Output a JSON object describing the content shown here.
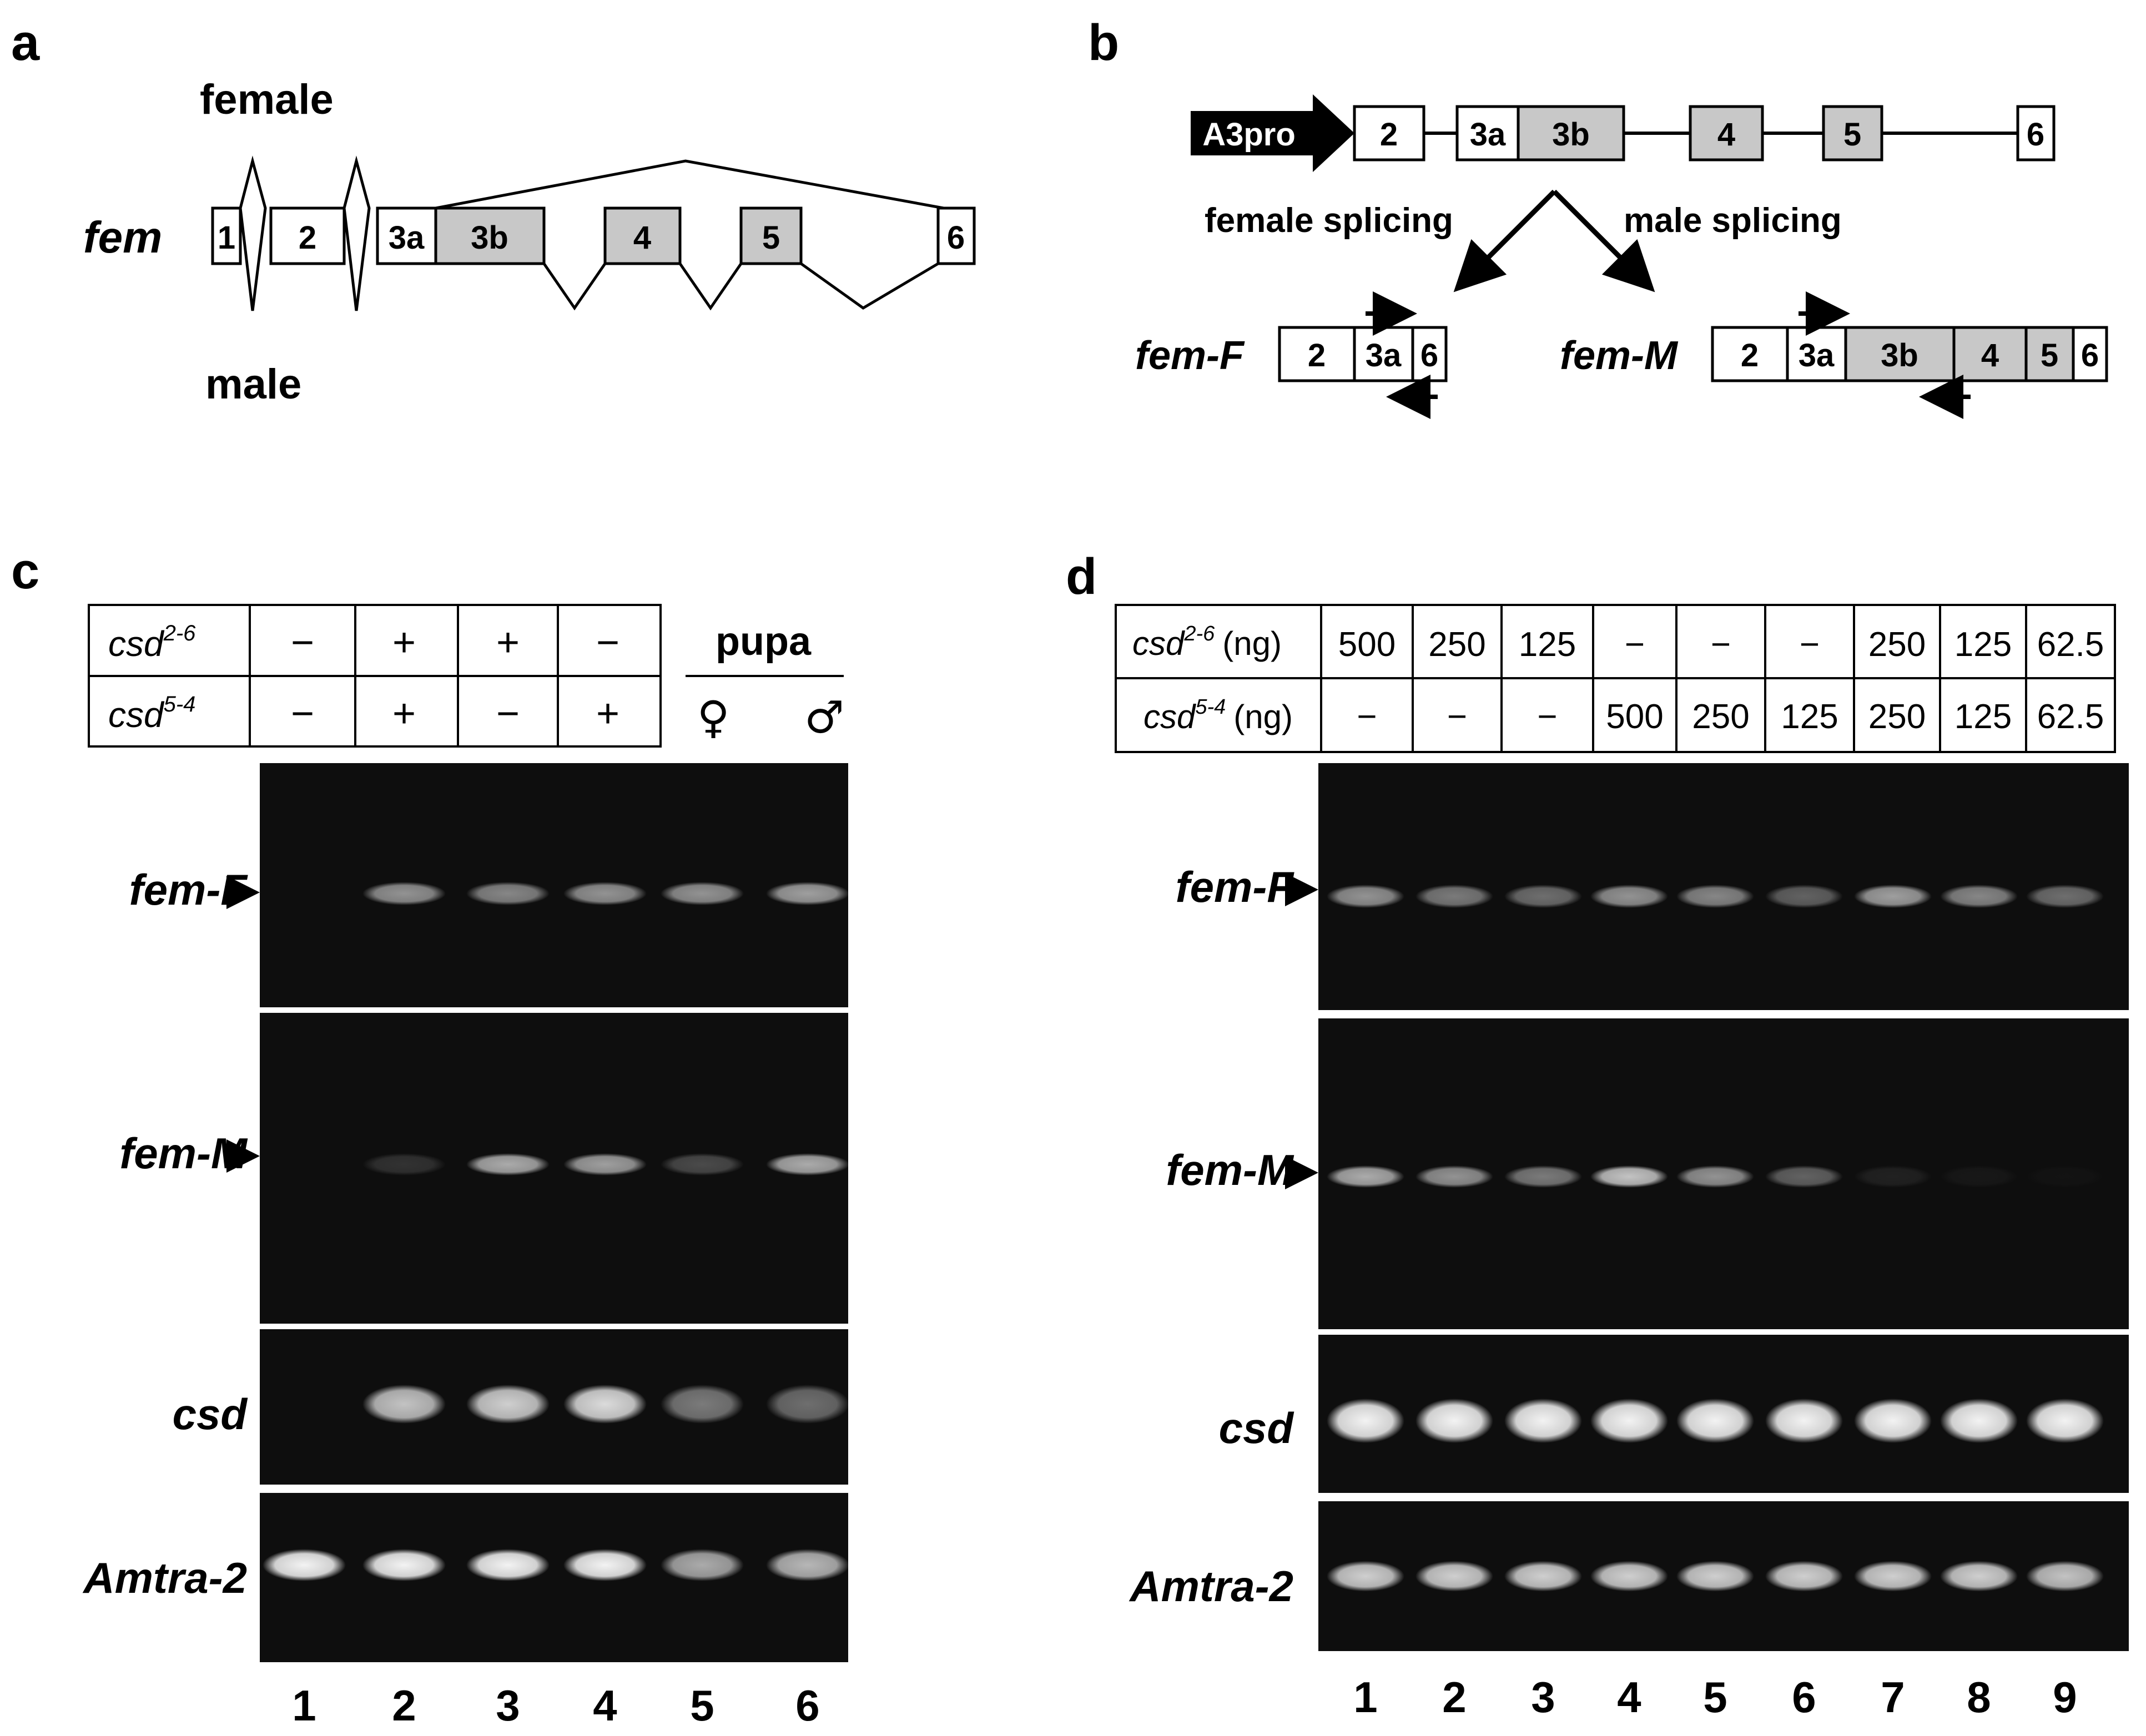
{
  "panels": {
    "a": {
      "letter": "a",
      "label_female": "female",
      "label_male": "male",
      "gene": "fem",
      "exons": [
        "1",
        "2",
        "3a",
        "3b",
        "4",
        "5",
        "6"
      ]
    },
    "b": {
      "letter": "b",
      "promoter": "A3pro",
      "exons": [
        "2",
        "3a",
        "3b",
        "4",
        "5",
        "6"
      ],
      "female_splicing": "female splicing",
      "male_splicing": "male splicing",
      "femF_label": "fem-F",
      "femF_exons": [
        "2",
        "3a",
        "6"
      ],
      "femM_label": "fem-M",
      "femM_exons": [
        "2",
        "3a",
        "3b",
        "4",
        "5",
        "6"
      ]
    },
    "c": {
      "letter": "c",
      "row1_label": "csd",
      "row1_sup": "2-6",
      "row2_label": "csd",
      "row2_sup": "5-4",
      "row1_values": [
        "−",
        "+",
        "+",
        "−"
      ],
      "row2_values": [
        "−",
        "+",
        "−",
        "+"
      ],
      "pupa": "pupa",
      "female_symbol": "♀",
      "male_symbol": "♂",
      "gel_labels": [
        "fem-F",
        "fem-M",
        "csd",
        "Amtra-2"
      ],
      "lanes": [
        "1",
        "2",
        "3",
        "4",
        "5",
        "6"
      ]
    },
    "d": {
      "letter": "d",
      "row1_label": "csd",
      "row1_sup": "2-6",
      "row1_unit": "(ng)",
      "row2_label": "csd",
      "row2_sup": "5-4",
      "row2_unit": "(ng)",
      "row1_values": [
        "500",
        "250",
        "125",
        "−",
        "−",
        "−",
        "250",
        "125",
        "62.5"
      ],
      "row2_values": [
        "−",
        "−",
        "−",
        "500",
        "250",
        "125",
        "250",
        "125",
        "62.5"
      ],
      "gel_labels": [
        "fem-F",
        "fem-M",
        "csd",
        "Amtra-2"
      ],
      "lanes": [
        "1",
        "2",
        "3",
        "4",
        "5",
        "6",
        "7",
        "8",
        "9"
      ]
    }
  },
  "band_intensity": {
    "c": {
      "fem-F": [
        0,
        0.55,
        0.5,
        0.55,
        0.55,
        0.6
      ],
      "fem-M": [
        0,
        0.15,
        0.65,
        0.6,
        0.25,
        0.65
      ],
      "csd": [
        0,
        0.75,
        0.8,
        0.85,
        0.45,
        0.4
      ],
      "Amtra-2": [
        0.95,
        0.95,
        0.95,
        0.95,
        0.65,
        0.7
      ]
    },
    "d": {
      "fem-F": [
        0.55,
        0.45,
        0.4,
        0.55,
        0.5,
        0.35,
        0.6,
        0.5,
        0.4
      ],
      "fem-M": [
        0.65,
        0.55,
        0.45,
        0.75,
        0.55,
        0.35,
        0.08,
        0.04,
        0.02
      ],
      "csd": [
        0.95,
        0.95,
        0.95,
        0.95,
        0.95,
        0.95,
        0.95,
        0.95,
        0.95
      ],
      "Amtra-2": [
        0.8,
        0.8,
        0.8,
        0.8,
        0.8,
        0.8,
        0.8,
        0.8,
        0.75
      ]
    }
  }
}
